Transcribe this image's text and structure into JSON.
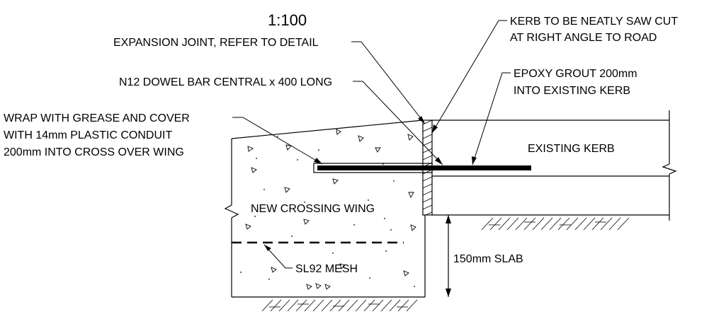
{
  "scale": "1:100",
  "labels": {
    "expansion_joint": "EXPANSION JOINT, REFER TO DETAIL",
    "dowel_bar": "N12 DOWEL BAR CENTRAL x 400 LONG",
    "wrap_line1": "WRAP WITH GREASE  AND COVER",
    "wrap_line2": "WITH 14mm PLASTIC CONDUIT",
    "wrap_line3": "200mm INTO CROSS OVER WING",
    "kerb_cut_line1": "KERB TO BE NEATLY SAW CUT",
    "kerb_cut_line2": "AT RIGHT ANGLE TO ROAD",
    "epoxy_line1": "EPOXY GROUT 200mm",
    "epoxy_line2": "INTO EXISTING KERB",
    "existing_kerb": "EXISTING KERB",
    "new_crossing_wing": "NEW CROSSING WING",
    "mesh": "SL92 MESH",
    "slab": "150mm SLAB"
  }
}
